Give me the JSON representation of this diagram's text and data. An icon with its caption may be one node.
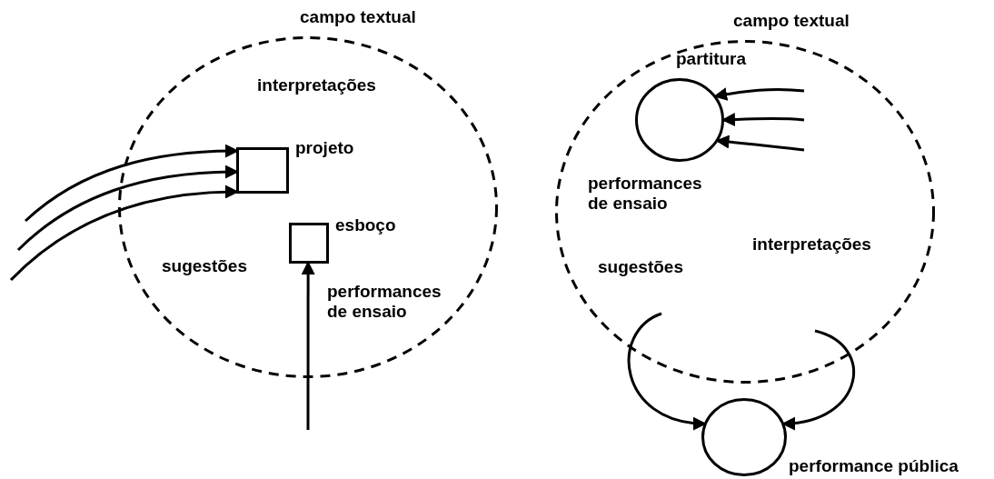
{
  "diagram": {
    "nodes": [
      {
        "text": [
          "campo textual"
        ]
      },
      {
        "text": [
          "projeto"
        ],
        "in": 0
      },
      {
        "text": [
          "esboço"
        ],
        "in": 0
      },
      {
        "text": [
          "campo textual"
        ]
      },
      {
        "text": [
          "partitura"
        ],
        "in": 3
      },
      {
        "text": [
          "performance pública"
        ]
      }
    ],
    "edges": [
      {
        "from": null,
        "to": 1,
        "arrow": "to"
      },
      {
        "from": null,
        "to": 1,
        "arrow": "to"
      },
      {
        "from": null,
        "to": 1,
        "arrow": "to"
      },
      {
        "from": null,
        "to": 2,
        "arrow": "to"
      },
      {
        "from": null,
        "to": 4,
        "arrow": "to"
      },
      {
        "from": null,
        "to": 4,
        "arrow": "to"
      },
      {
        "from": null,
        "to": 4,
        "arrow": "to"
      },
      {
        "from": null,
        "to": 5,
        "arrow": "to"
      },
      {
        "from": null,
        "to": 5,
        "arrow": "to"
      }
    ],
    "labels": [
      "interpretações",
      "sugestões",
      "performances de ensaio",
      "performances de ensaio",
      "interpretações",
      "sugestões"
    ]
  }
}
